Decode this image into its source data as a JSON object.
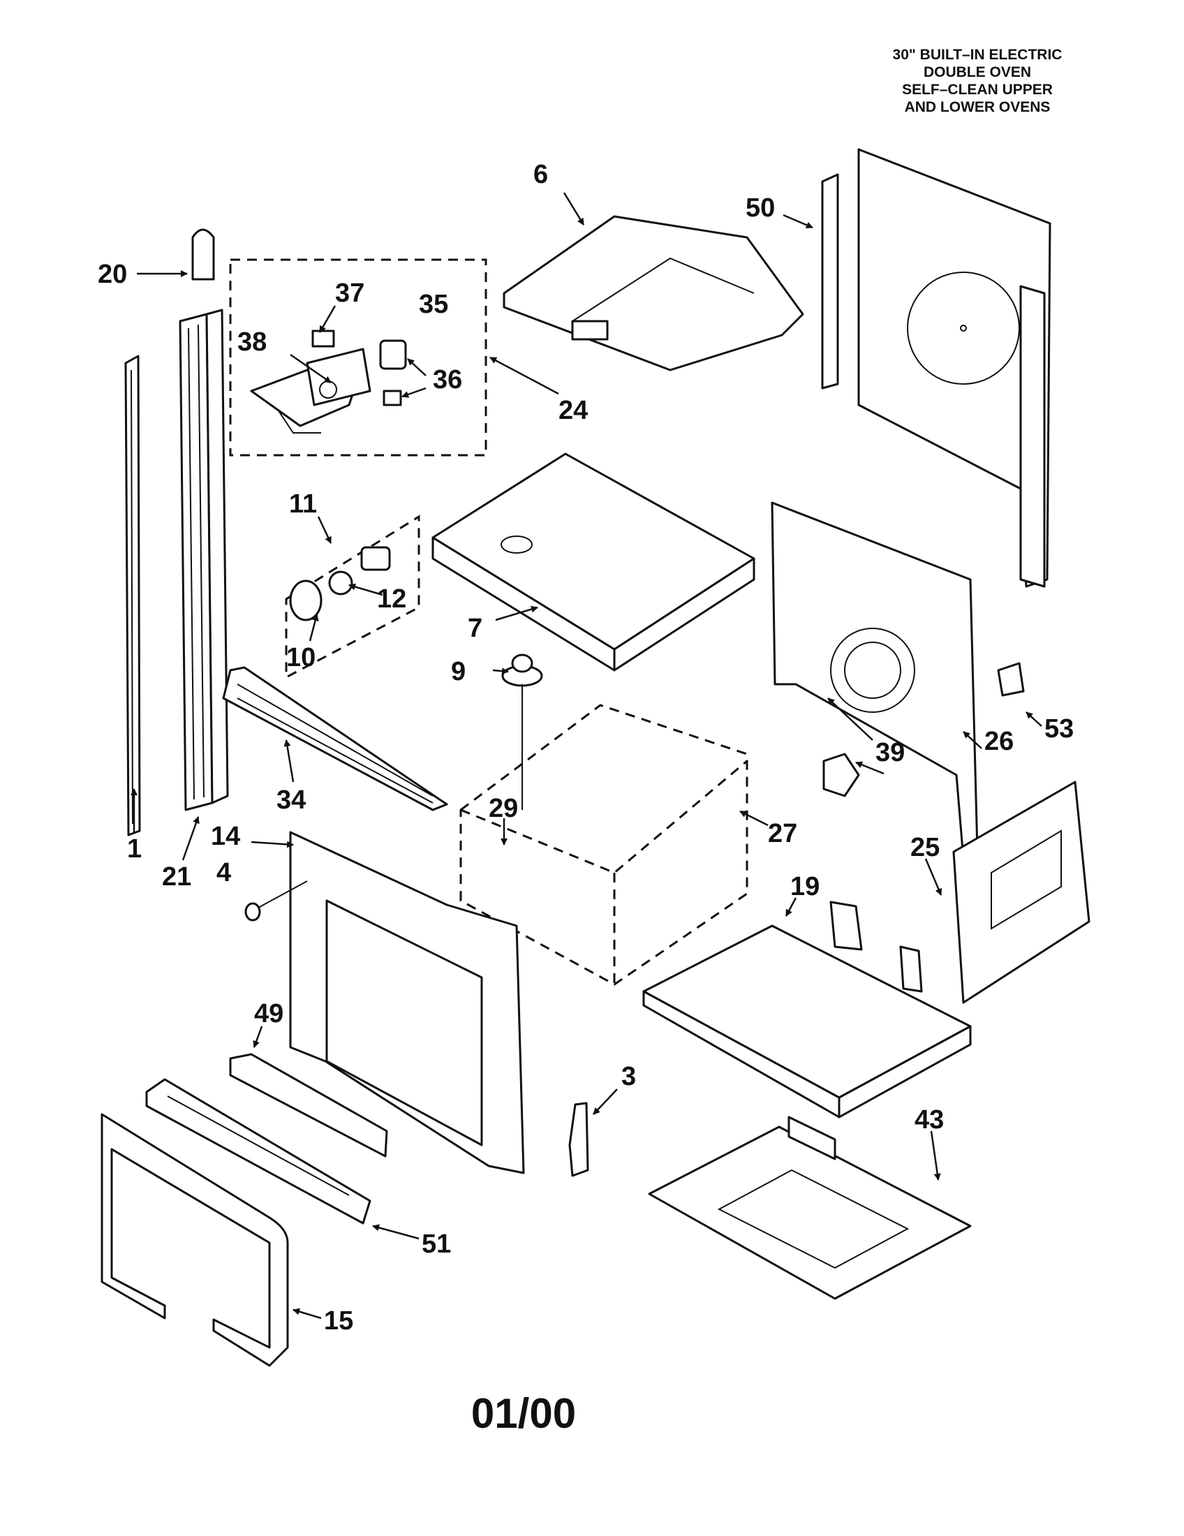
{
  "title": {
    "line1": "30\" BUILT–IN ELECTRIC",
    "line2": "DOUBLE OVEN",
    "line3": "SELF–CLEAN UPPER",
    "line4": "AND LOWER OVENS"
  },
  "footer": {
    "date_code": "01/00"
  },
  "callouts": {
    "p1": "1",
    "p3": "3",
    "p4": "4",
    "p6": "6",
    "p7": "7",
    "p9": "9",
    "p10": "10",
    "p11": "11",
    "p12": "12",
    "p14": "14",
    "p15": "15",
    "p19": "19",
    "p20": "20",
    "p21": "21",
    "p24": "24",
    "p25": "25",
    "p26": "26",
    "p27": "27",
    "p29": "29",
    "p34": "34",
    "p35": "35",
    "p36": "36",
    "p37": "37",
    "p38": "38",
    "p39": "39",
    "p43": "43",
    "p49": "49",
    "p50": "50",
    "p51": "51",
    "p53": "53"
  }
}
